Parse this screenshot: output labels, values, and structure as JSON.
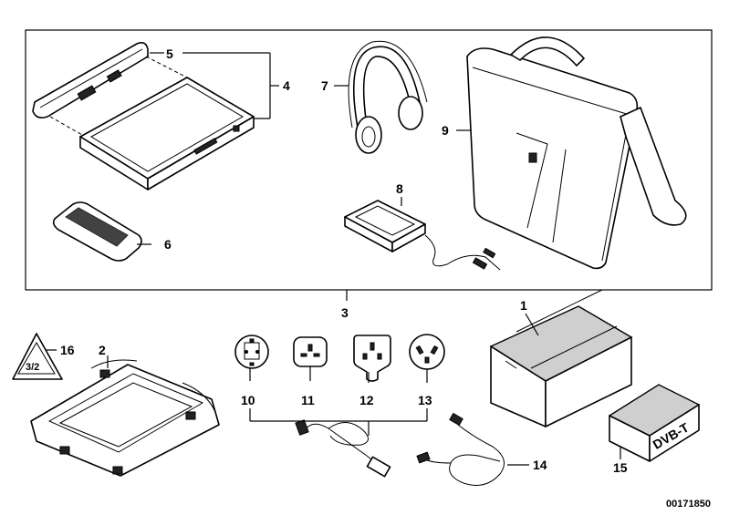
{
  "diagram": {
    "reference": "00171850",
    "callouts": {
      "c1": "1",
      "c2": "2",
      "c3": "3",
      "c4": "4",
      "c5": "5",
      "c6": "6",
      "c7": "7",
      "c8": "8",
      "c9": "9",
      "c10": "10",
      "c11": "11",
      "c12": "12",
      "c13": "13",
      "c14": "14",
      "c15": "15",
      "c16": "16"
    },
    "box_label": "DVB-T",
    "sign_text": "3/2"
  }
}
